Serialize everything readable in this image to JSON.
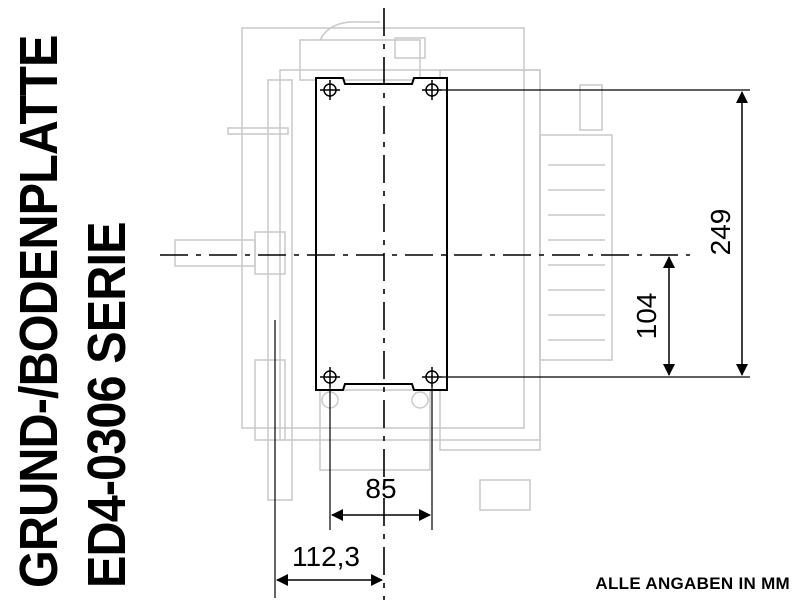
{
  "title": {
    "line1": "GRUND-/BODENPLATTE",
    "line2": "ED4-0306 SERIE"
  },
  "note": "ALLE ANGABEN IN MM",
  "dimensions": {
    "height_outer": "249",
    "height_offset": "104",
    "width_holes": "85",
    "width_offset": "112,3"
  },
  "colors": {
    "line": "#000000",
    "engine_ghost": "#c9c9c9"
  }
}
